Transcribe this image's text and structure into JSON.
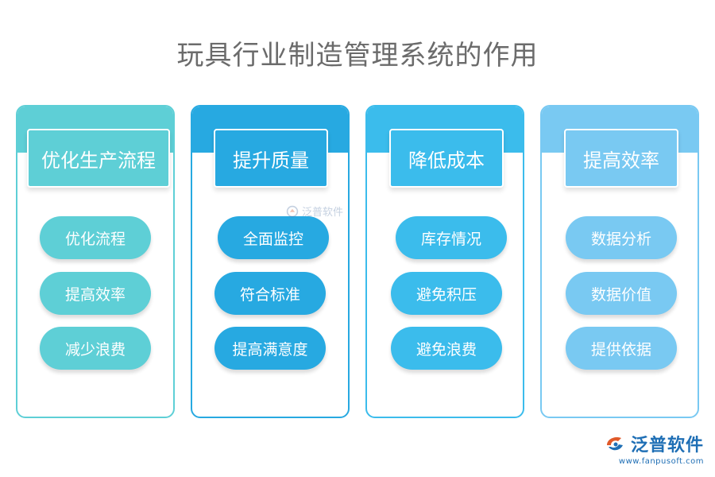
{
  "title": "玩具行业制造管理系统的作用",
  "columns": [
    {
      "header": "优化生产流程",
      "color": "#5ecfd6",
      "items": [
        "优化流程",
        "提高效率",
        "减少浪费"
      ]
    },
    {
      "header": "提升质量",
      "color": "#27a9e1",
      "items": [
        "全面监控",
        "符合标准",
        "提高满意度"
      ]
    },
    {
      "header": "降低成本",
      "color": "#3bbcec",
      "items": [
        "库存情况",
        "避免积压",
        "避免浪费"
      ]
    },
    {
      "header": "提高效率",
      "color": "#79c9f2",
      "items": [
        "数据分析",
        "数据价值",
        "提供依据"
      ]
    }
  ],
  "watermark": {
    "text": "泛普软件",
    "icon": "fanpu-logo-icon"
  },
  "brand": {
    "name": "泛普软件",
    "url": "www.fanpusoft.com",
    "icon": "fanpu-logo-icon",
    "color": "#1f6fb5"
  }
}
